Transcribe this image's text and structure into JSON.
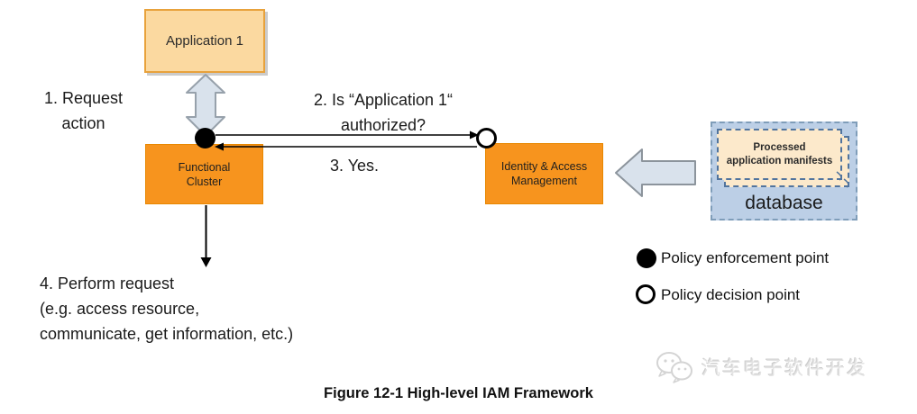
{
  "figure": {
    "caption": "Figure 12-1 High-level IAM Framework",
    "watermark_text": "汽车电子软件开发"
  },
  "boxes": {
    "application1": {
      "label": "Application 1"
    },
    "functional_cluster": {
      "label": "Functional\nCluster"
    },
    "iam": {
      "label": "Identity & Access\nManagement"
    },
    "manifests": {
      "label": "Processed\napplication manifests"
    },
    "database": {
      "label": "database"
    }
  },
  "annotations": {
    "step1": "1. Request\naction",
    "step2": "2. Is “Application 1“\nauthorized?",
    "step3": "3. Yes.",
    "step4": "4. Perform request\n(e.g. access resource,\ncommunicate, get information, etc.)"
  },
  "legend": {
    "items": [
      {
        "symbol": "filled-circle",
        "label": "Policy enforcement point"
      },
      {
        "symbol": "open-circle",
        "label": "Policy decision point"
      }
    ]
  },
  "colors": {
    "box_orange": "#F7941E",
    "box_peach": "#FBD9A0",
    "peach_border": "#E8A23C",
    "block_arrow_fill": "#D9E2EC",
    "block_arrow_stroke": "#97A1AB",
    "database_fill": "#BCCFE6",
    "database_border": "#7F9DB9",
    "manifest_fill": "#FCE9CB",
    "manifest_border": "#51749E",
    "line_black": "#000000"
  }
}
